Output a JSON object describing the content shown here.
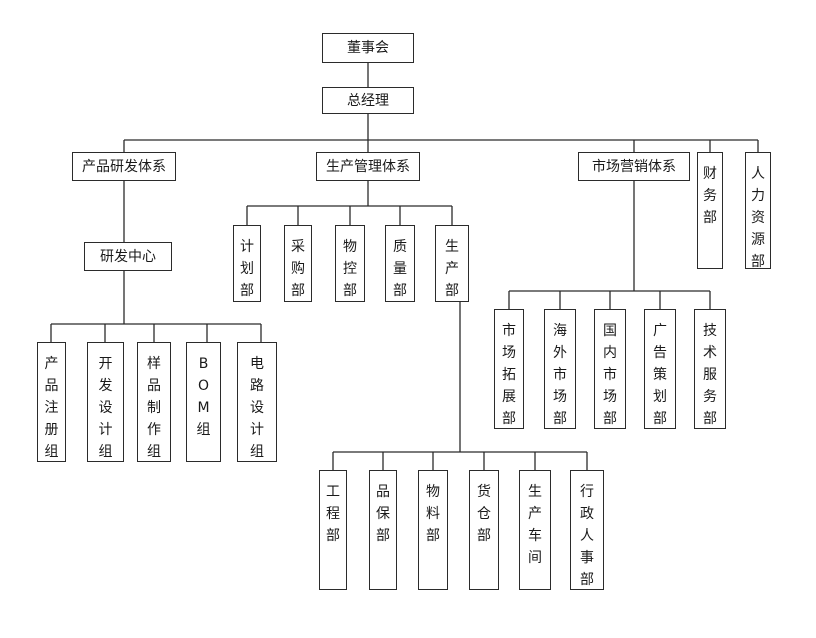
{
  "org_chart": {
    "board": "董事会",
    "gm": "总经理",
    "rd": {
      "title": "产品研发体系",
      "center": "研发中心",
      "groups": [
        "产品注册组",
        "开发设计组",
        "样品制作组",
        "B O M组",
        "电路设计组"
      ]
    },
    "production": {
      "title": "生产管理体系",
      "depts": [
        "计划部",
        "采购部",
        "物控部",
        "质量部",
        "生产部"
      ],
      "sub_depts": [
        "工程部",
        "品保部",
        "物料部",
        "货仓部",
        "生产车间",
        "行政人事部"
      ]
    },
    "marketing": {
      "title": "市场营销体系",
      "depts": [
        "市场拓展部",
        "海外市场部",
        "国内市场部",
        "广告策划部",
        "技术服务部"
      ]
    },
    "finance": "财务部",
    "hr": "人力资源部"
  }
}
